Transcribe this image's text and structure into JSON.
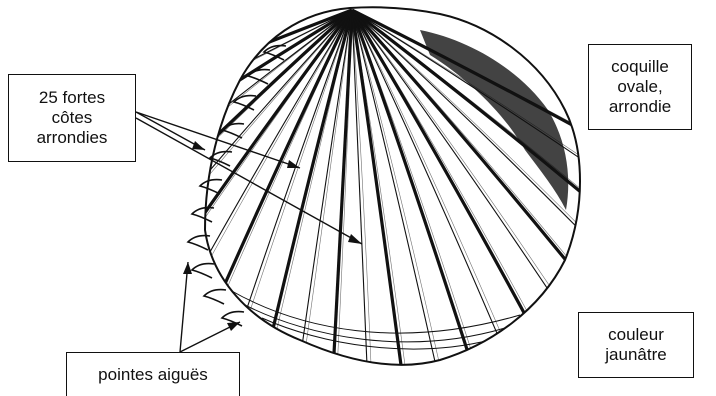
{
  "labels": {
    "ribs": [
      "25 fortes",
      "côtes",
      "arrondies"
    ],
    "shape": [
      "coquille",
      "ovale,",
      "arrondie"
    ],
    "color": [
      "couleur",
      "jaunâtre"
    ],
    "spines": "pointes aiguës"
  },
  "colors": {
    "ink": "#111111",
    "background": "#ffffff"
  },
  "illustration": {
    "subject": "cockle-shell",
    "rib_count": 25
  }
}
